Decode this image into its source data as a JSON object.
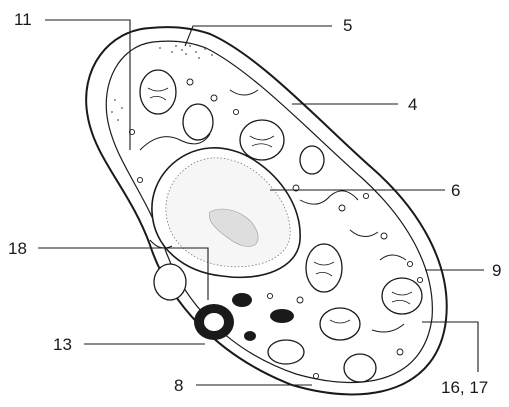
{
  "labels": {
    "l11": "11",
    "l5": "5",
    "l4": "4",
    "l6": "6",
    "l18": "18",
    "l9": "9",
    "l13": "13",
    "l8": "8",
    "l16_17": "16,  17"
  }
}
